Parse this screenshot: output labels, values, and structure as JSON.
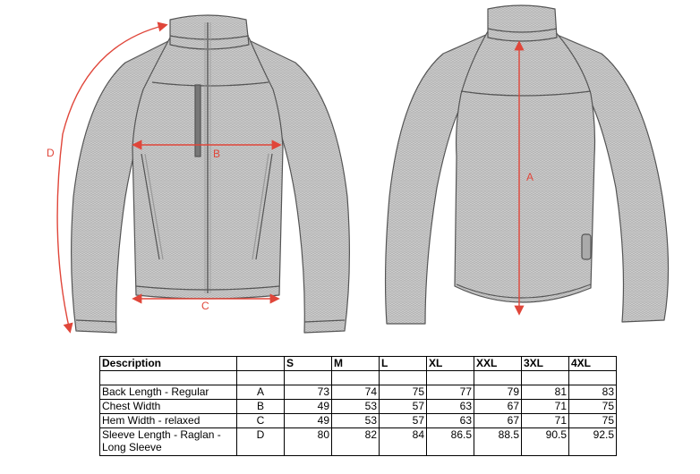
{
  "dimension_labels": {
    "a": "A",
    "b": "B",
    "c": "C",
    "d": "D"
  },
  "colors": {
    "dimension_line": "#e0463a",
    "garment_fill": "#c9c9c9",
    "garment_stroke": "#555555"
  },
  "table": {
    "header": {
      "description": "Description",
      "sizes": [
        "S",
        "M",
        "L",
        "XL",
        "XXL",
        "3XL",
        "4XL"
      ]
    },
    "rows": [
      {
        "label": "Back Length - Regular",
        "code": "A",
        "values": [
          "73",
          "74",
          "75",
          "77",
          "79",
          "81",
          "83"
        ]
      },
      {
        "label": "Chest Width",
        "code": "B",
        "values": [
          "49",
          "53",
          "57",
          "63",
          "67",
          "71",
          "75"
        ]
      },
      {
        "label": "Hem Width - relaxed",
        "code": "C",
        "values": [
          "49",
          "53",
          "57",
          "63",
          "67",
          "71",
          "75"
        ]
      },
      {
        "label": "Sleeve Length - Raglan - Long Sleeve",
        "code": "D",
        "values": [
          "80",
          "82",
          "84",
          "86.5",
          "88.5",
          "90.5",
          "92.5"
        ]
      }
    ]
  }
}
